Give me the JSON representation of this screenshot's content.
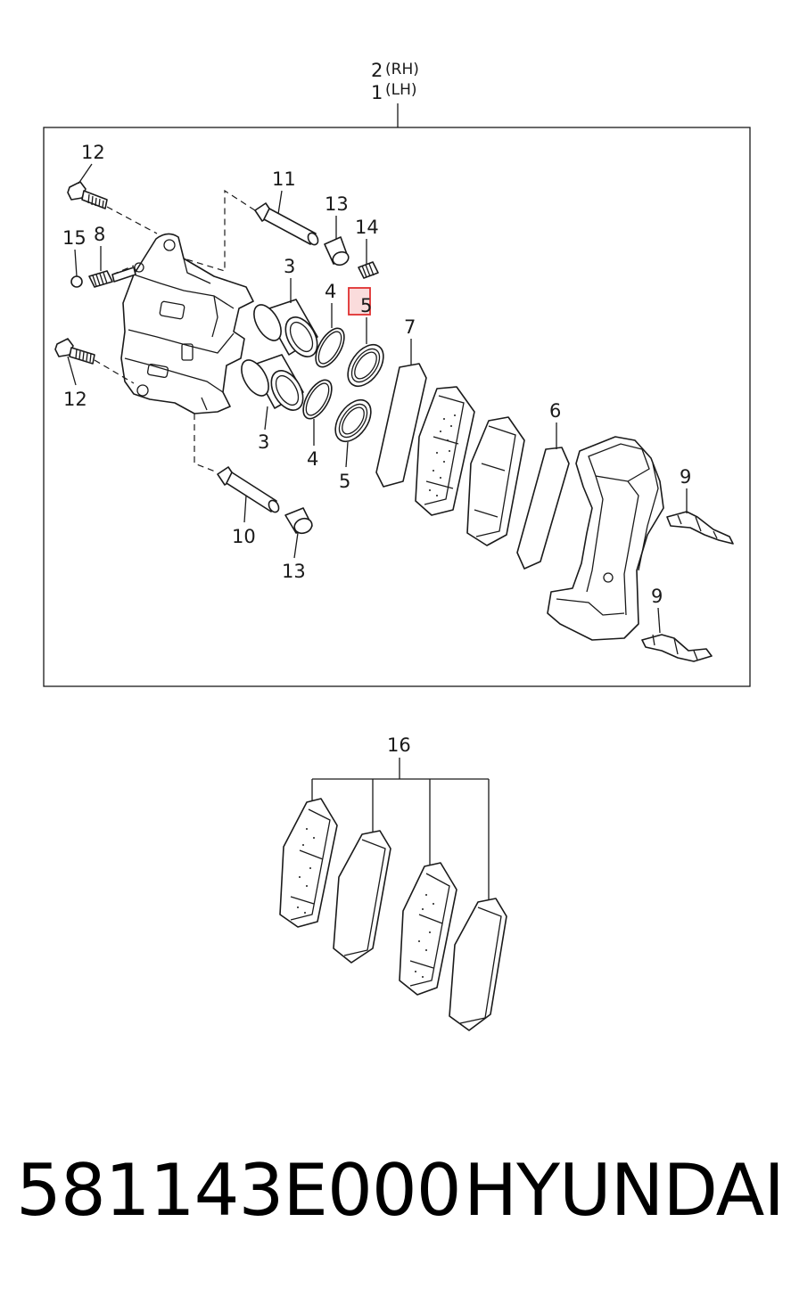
{
  "assembly": {
    "label_rh_num": "2",
    "label_rh_side": "(RH)",
    "label_lh_num": "1",
    "label_lh_side": "(LH)"
  },
  "callouts": {
    "bolt_upper": "12",
    "bolt_lower": "12",
    "pin_upper": "11",
    "pin_lower": "10",
    "boot_upper": "13",
    "boot_lower": "13",
    "bleeder_cap": "14",
    "bleeder_screw": "15",
    "bleeder_screw_body": "8",
    "piston_upper": "3",
    "piston_lower": "3",
    "seal_upper": "4",
    "seal_lower": "4",
    "dust_boot_upper": "5",
    "dust_boot_lower": "5",
    "shim_outer": "7",
    "shim_inner": "6",
    "clip_upper": "9",
    "clip_lower": "9",
    "pad_kit": "16"
  },
  "highlight": {
    "color": "#e03030",
    "target": "5"
  },
  "footer": {
    "part_number": "581143E000",
    "brand": "HYUNDAI"
  }
}
